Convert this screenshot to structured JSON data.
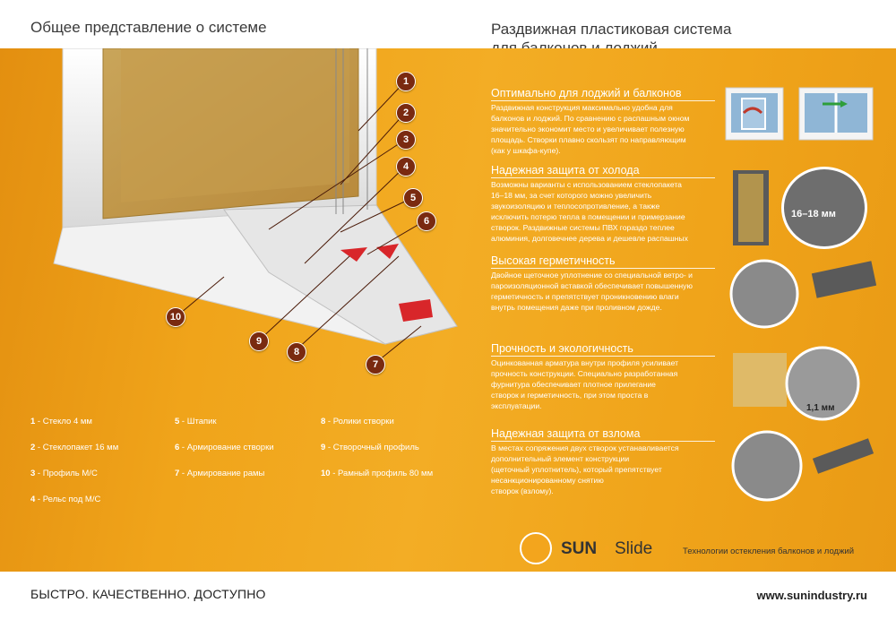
{
  "header": {
    "left_title": "Общее представление о системе",
    "right_title_line1": "Раздвижная пластиковая система",
    "right_title_line2": "для балконов и лоджий"
  },
  "callouts": [
    "1",
    "2",
    "3",
    "4",
    "5",
    "6",
    "7",
    "8",
    "9",
    "10"
  ],
  "legend": [
    {
      "num": "1",
      "text": " - Стекло 4 мм"
    },
    {
      "num": "2",
      "text": " - Стеклопакет 16 мм"
    },
    {
      "num": "3",
      "text": " - Профиль М/С"
    },
    {
      "num": "4",
      "text": " - Рельс под М/С"
    },
    {
      "num": "5",
      "text": " - Штапик"
    },
    {
      "num": "6",
      "text": " - Армирование створки"
    },
    {
      "num": "7",
      "text": " - Армирование рамы"
    },
    {
      "num": "8",
      "text": " - Ролики створки"
    },
    {
      "num": "9",
      "text": " - Створочный профиль"
    },
    {
      "num": "10",
      "text": " - Рамный профиль 80 мм"
    }
  ],
  "sections": [
    {
      "title": "Оптимально для лоджий и балконов",
      "lines": [
        "Раздвижная конструкция максимально удобна для",
        "балконов и лоджий. По сравнению с распашным окном",
        "значительно экономит место и увеличивает полезную",
        "площадь. Створки плавно скользят по направляющим",
        "(как у шкафа-купе)."
      ]
    },
    {
      "title": "Надежная защита от холода",
      "lines": [
        "Возможны варианты с использованием стеклопакета",
        "16–18 мм, за счет которого можно увеличить",
        "звукоизоляцию и теплосопротивление, а также",
        "исключить потерю тепла в помещении и примерзание",
        "створок. Раздвижные системы ПВХ гораздо теплее",
        "алюминия, долговечнее дерева и дешевле распашных"
      ]
    },
    {
      "title": "Высокая герметичность",
      "lines": [
        "Двойное щеточное уплотнение со специальной ветро- и",
        "пароизоляционной вставкой обеспечивает повышенную",
        "герметичность и препятствует проникновению влаги",
        "внутрь помещения даже при проливном дождe."
      ]
    },
    {
      "title": "Прочность и экологичность",
      "lines": [
        "Оцинкованная арматура внутри профиля усиливает",
        "прочность конструкции. Специально разработанная",
        "фурнитура обеспечивает плотное прилегание",
        "створок и герметичность, при этом проста в",
        "эксплуатации."
      ]
    },
    {
      "title": "Надежная защита от взлома",
      "lines": [
        "В местах сопряжения двух створок устанавливается",
        "дополнительный элемент конструкции",
        "(щеточный уплотнитель), который препятствует",
        "несанкционированному снятию",
        "створок (взлому)."
      ]
    }
  ],
  "thumbs": {
    "glass_label": "16–18 мм",
    "profile_label": "1,1 мм"
  },
  "logo": {
    "sun": "SUN",
    "dot": "•",
    "slide": "Slide",
    "tagline": "Технологии остекления балконов и лоджий"
  },
  "footer": {
    "slogan": "БЫСТРО. КАЧЕСТВЕННО. ДОСТУПНО",
    "website": "www.sunindustry.ru"
  },
  "colors": {
    "orange": "#f3ad25",
    "badge": "#7a2a10",
    "text_dark": "#3a3a3a"
  }
}
